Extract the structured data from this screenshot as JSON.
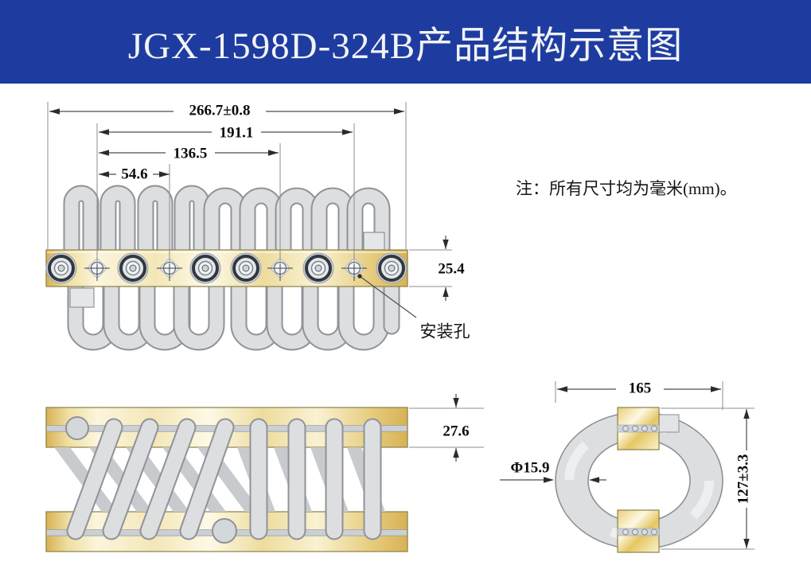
{
  "header": {
    "title": "JGX-1598D-324B产品结构示意图"
  },
  "note": {
    "text": "注：所有尺寸均为毫米(mm)。"
  },
  "dimensions": {
    "top_view": {
      "overall_length": "266.7±0.8",
      "hole_span_outer": "191.1",
      "hole_span_mid": "136.5",
      "hole_pitch": "54.6",
      "bar_width": "25.4",
      "mounting_hole_label": "安装孔"
    },
    "side_view": {
      "plate_thickness": "27.6"
    },
    "end_view": {
      "loop_width": "165",
      "rope_diameter": "Φ15.9",
      "loop_height": "127±3.3"
    }
  },
  "colors": {
    "banner_blue": "#1e3ca0",
    "title_text": "#f2f3f5",
    "dimension_text": "#0b0b0b",
    "brass_gold": "#e9cf79",
    "brass_highlight": "#fdf8e2",
    "steel_gray": "#dcdee0",
    "outline_gray": "#8f9398",
    "background": "#ffffff"
  }
}
